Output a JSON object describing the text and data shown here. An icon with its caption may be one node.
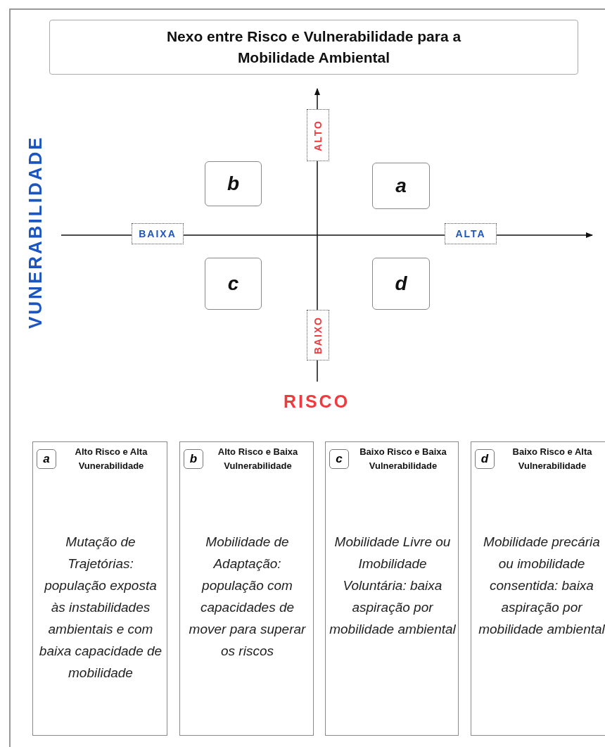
{
  "diagram": {
    "title": "Nexo entre Risco e Vulnerabilidade para a Mobilidade Ambiental",
    "nodes": [
      {
        "text": [
          "ALTO"
        ]
      },
      {
        "text": [
          "b"
        ]
      },
      {
        "text": [
          "a"
        ]
      },
      {
        "text": [
          "BAIXA"
        ]
      },
      {
        "text": [
          "ALTA"
        ]
      },
      {
        "text": [
          "c"
        ]
      },
      {
        "text": [
          "d"
        ]
      },
      {
        "text": [
          "BAIXO"
        ]
      },
      {
        "text": [
          "Alto Risco e Alta Vunerabilidade",
          "Mutação de Trajetórias: população exposta às instabilidades ambientais e com baixa capacidade de mobilidade"
        ]
      },
      {
        "text": [
          "a"
        ],
        "in": 8
      },
      {
        "text": [
          "Alto Risco e Baixa Vulnerabilidade",
          "Mobilidade de Adaptação: população com capacidades de mover para superar os riscos"
        ]
      },
      {
        "text": [
          "b"
        ],
        "in": 10
      },
      {
        "text": [
          "Baixo Risco e Baixa Vulnerabilidade",
          "Mobilidade Livre ou Imobilidade Voluntária: baixa aspiração por mobilidade ambiental"
        ]
      },
      {
        "text": [
          "c"
        ],
        "in": 12
      },
      {
        "text": [
          "Baixo Risco e Alta Vulnerabilidade",
          "Mobilidade precária ou imobilidade consentida: baixa aspiração por mobilidade ambiental"
        ]
      },
      {
        "text": [
          "d"
        ],
        "in": 14
      }
    ],
    "labels": [
      "VUNERABILIDADE",
      "RISCO"
    ]
  }
}
